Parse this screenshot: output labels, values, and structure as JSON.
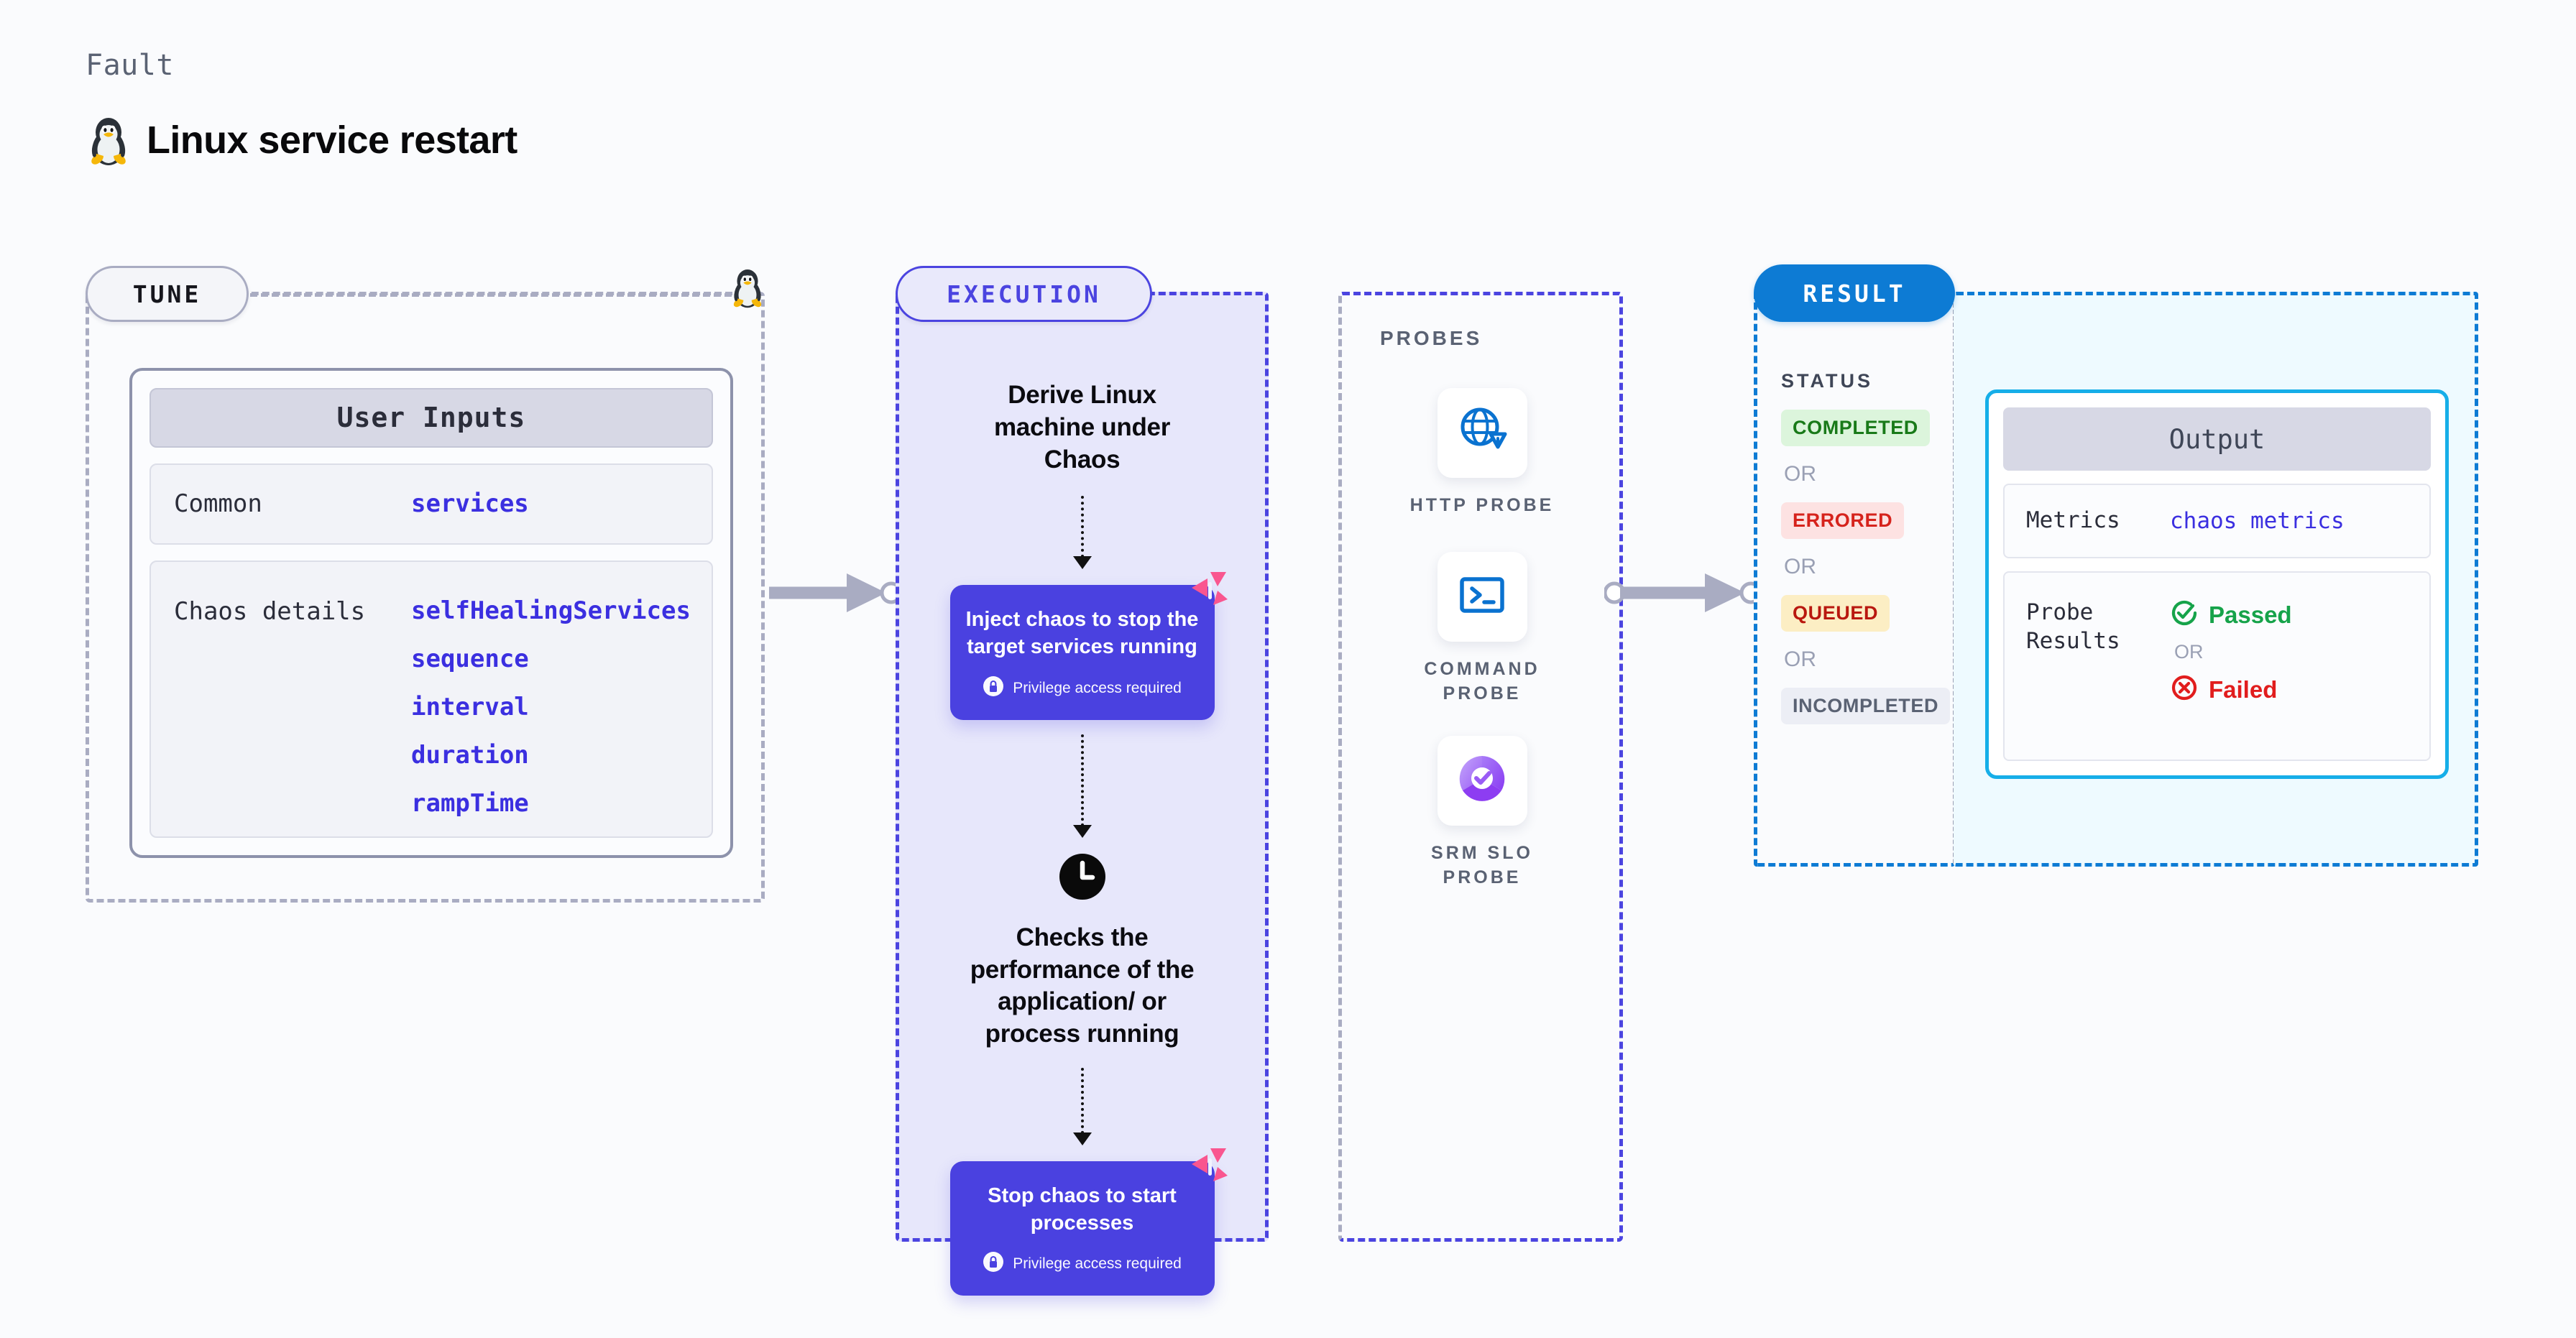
{
  "header": {
    "kicker": "Fault",
    "title": "Linux service restart",
    "icon": "tux-penguin-icon"
  },
  "tune": {
    "pill_label": "TUNE",
    "card_title": "User Inputs",
    "sections": [
      {
        "label": "Common",
        "values": [
          "services"
        ]
      },
      {
        "label": "Chaos details",
        "values": [
          "selfHealingServices",
          "sequence",
          "interval",
          "duration",
          "rampTime"
        ]
      }
    ]
  },
  "execution": {
    "pill_label": "EXECUTION",
    "step1_text": "Derive Linux machine under Chaos",
    "card1": {
      "title": "Inject chaos to stop the target services running",
      "privilege": "Privilege access required",
      "icon": "lock-icon",
      "badge": "litmus-logo-icon"
    },
    "step2_text": "Checks the performance of the application/ or process running",
    "step2_icon": "clock-icon",
    "card2": {
      "title": "Stop chaos to start processes",
      "privilege": "Privilege access required",
      "icon": "lock-icon",
      "badge": "litmus-logo-icon"
    }
  },
  "probes": {
    "label": "PROBES",
    "items": [
      {
        "name": "HTTP PROBE",
        "icon": "globe-warning-icon"
      },
      {
        "name": "COMMAND PROBE",
        "icon": "terminal-icon"
      },
      {
        "name": "SRM SLO PROBE",
        "icon": "slo-donut-check-icon"
      }
    ]
  },
  "result": {
    "pill_label": "RESULT",
    "status_label": "STATUS",
    "or_label": "OR",
    "statuses": [
      {
        "label": "COMPLETED",
        "color": "#197a19"
      },
      {
        "label": "ERRORED",
        "color": "#d6231c"
      },
      {
        "label": "QUEUED",
        "color": "#b9180f"
      },
      {
        "label": "INCOMPLETED",
        "color": "#5a6273"
      }
    ]
  },
  "output": {
    "card_title": "Output",
    "metrics_label": "Metrics",
    "metrics_value": "chaos metrics",
    "probe_results_label": "Probe Results",
    "passed_label": "Passed",
    "or_label": "OR",
    "failed_label": "Failed"
  },
  "colors": {
    "accent_purple": "#4a41e0",
    "accent_blue": "#0d7bd4",
    "accent_cyan": "#16aee8",
    "badge_pink": "#f9568f",
    "page_bg": "#fafbfd"
  }
}
